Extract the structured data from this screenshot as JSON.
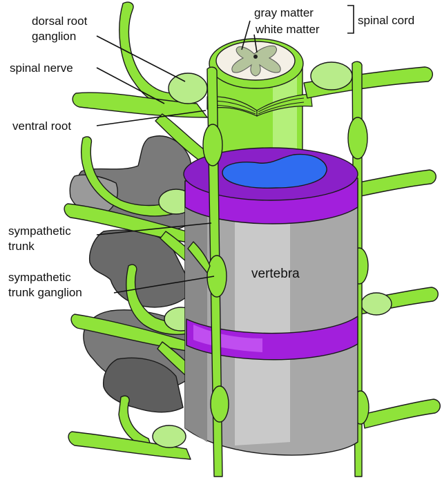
{
  "labels": {
    "gray_matter": "gray matter",
    "white_matter": "white matter",
    "spinal_cord": "spinal cord",
    "dorsal_root_ganglion_1": "dorsal root",
    "dorsal_root_ganglion_2": "ganglion",
    "spinal_nerve": "spinal nerve",
    "ventral_root": "ventral root",
    "sympathetic_trunk_1": "sympathetic",
    "sympathetic_trunk_2": "trunk",
    "sympathetic_trunk_ganglion_1": "sympathetic",
    "sympathetic_trunk_ganglion_2": "trunk ganglion",
    "vertebra": "vertebra"
  },
  "colors": {
    "nerve": "#8fe33a",
    "nerve_light": "#b4f07a",
    "ganglion": "#b8ec8a",
    "vertebra_gray": "#a8a8a8",
    "vertebra_dark": "#6f6f6f",
    "disc_purple": "#a21fdc",
    "disc_top": "#8a20c8",
    "canal_blue": "#2f6cf0",
    "cord_gray_matter": "#b4c49c",
    "cord_white_matter": "#f4f0e6"
  }
}
